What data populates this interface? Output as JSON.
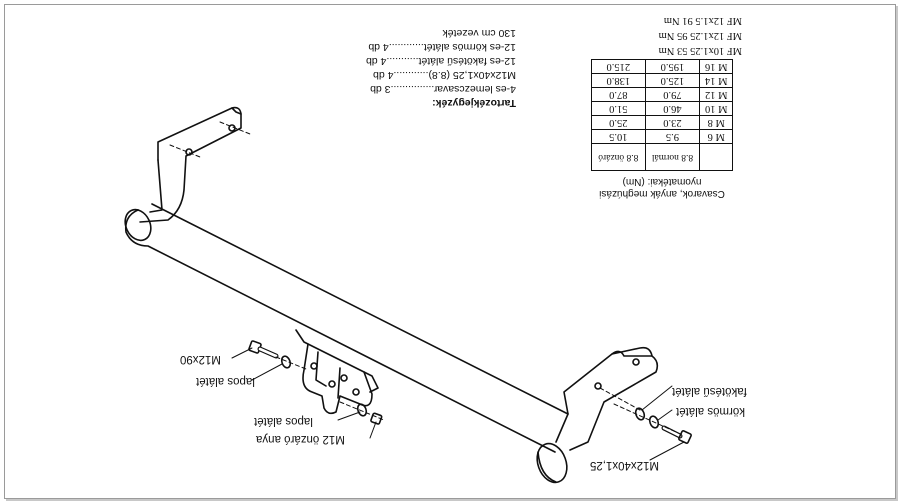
{
  "accessories": {
    "title": "Tartozékjegyzék:",
    "items": [
      "4-es lemezcsavar...............3 db",
      "M12x40x1,25  (8.8)............4 db",
      "12-es fakötésű alátét...........4 db",
      "12-es körmös alátét............4 db",
      "130 cm vezeték"
    ]
  },
  "torque": {
    "title_line1": "Csavarok, anyák meghúzási",
    "title_line2": "nyomatékai: (Nm)",
    "col_normal": "8.8 normál",
    "col_self": "8.8 önzáró",
    "rows": [
      {
        "size": "M 6",
        "normal": "9.5",
        "self": "10.5"
      },
      {
        "size": "M 8",
        "normal": "23.0",
        "self": "25.0"
      },
      {
        "size": "M 10",
        "normal": "46.0",
        "self": "51.0"
      },
      {
        "size": "M 12",
        "normal": "79.0",
        "self": "87.0"
      },
      {
        "size": "M 14",
        "normal": "125.0",
        "self": "138.0"
      },
      {
        "size": "M 16",
        "normal": "195.0",
        "self": "215.0"
      }
    ],
    "mf": [
      "MF 10x1.25  53 Nm",
      "MF 12x1.25  95 Nm",
      "MF 12x1.5   91 Nm"
    ]
  },
  "callouts": {
    "m12x90": "M12x90",
    "lapos_1": "lapos alátét",
    "lapos_2": "lapos alátét",
    "onzaro": "M12 önzáró anya",
    "fakotesu": "fakötésű alátét",
    "kormos": "körmös alátét",
    "m12x40": "M12x40x1,25"
  }
}
